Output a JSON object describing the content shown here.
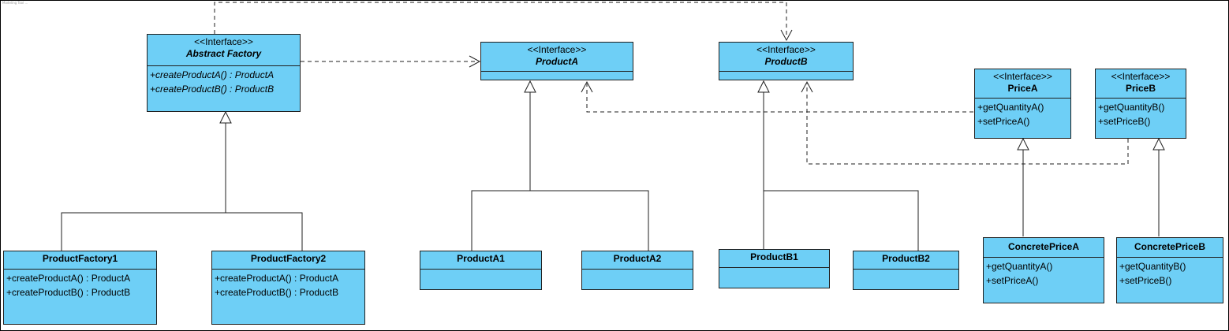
{
  "header_note": "Modeling Tool ...",
  "colors": {
    "class_fill": "#6ecff6",
    "line": "#1f1f1f",
    "background": "#ffffff"
  },
  "classes": {
    "abstract_factory": {
      "stereotype": "<<Interface>>",
      "name": "Abstract Factory",
      "ops": [
        "+createProductA() : ProductA",
        "+createProductB() : ProductB"
      ]
    },
    "product_a": {
      "stereotype": "<<Interface>>",
      "name": "ProductA",
      "ops": []
    },
    "product_b": {
      "stereotype": "<<Interface>>",
      "name": "ProductB",
      "ops": []
    },
    "price_a": {
      "stereotype": "<<Interface>>",
      "name": "PriceA",
      "ops": [
        "+getQuantityA()",
        "+setPriceA()"
      ]
    },
    "price_b": {
      "stereotype": "<<Interface>>",
      "name": "PriceB",
      "ops": [
        "+getQuantityB()",
        "+setPriceB()"
      ]
    },
    "product_factory1": {
      "name": "ProductFactory1",
      "ops": [
        "+createProductA() : ProductA",
        "+createProductB() : ProductB"
      ]
    },
    "product_factory2": {
      "name": "ProductFactory2",
      "ops": [
        "+createProductA() : ProductA",
        "+createProductB() : ProductB"
      ]
    },
    "product_a1": {
      "name": "ProductA1",
      "ops": []
    },
    "product_a2": {
      "name": "ProductA2",
      "ops": []
    },
    "product_b1": {
      "name": "ProductB1",
      "ops": []
    },
    "product_b2": {
      "name": "ProductB2",
      "ops": []
    },
    "concrete_price_a": {
      "name": "ConcretePriceA",
      "ops": [
        "+getQuantityA()",
        "+setPriceA()"
      ]
    },
    "concrete_price_b": {
      "name": "ConcretePriceB",
      "ops": [
        "+getQuantityB()",
        "+setPriceB()"
      ]
    }
  }
}
